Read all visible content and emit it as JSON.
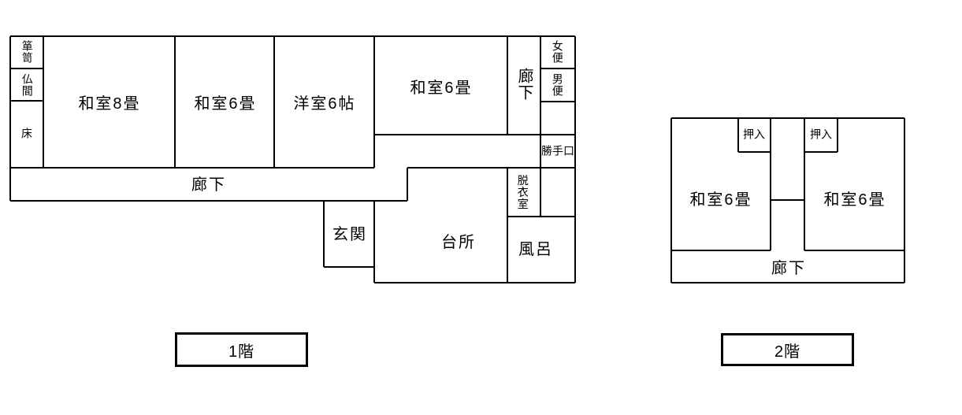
{
  "floor1": {
    "name_label": "1階",
    "rooms": {
      "tansu": "箪笥",
      "butsuma": "仏間",
      "toko": "床",
      "washitsu8": "和室8畳",
      "washitsu6_a": "和室6畳",
      "youshitsu6": "洋室6帖",
      "washitsu6_b": "和室6畳",
      "rouka_tate": "廊下",
      "onnaben": "女便",
      "otokoben": "男便",
      "katteguchi": "勝手口",
      "datsuishitsu": "脱衣室",
      "rouka": "廊下",
      "genkan": "玄関",
      "daidokoro": "台所",
      "furo": "風呂"
    }
  },
  "floor2": {
    "name_label": "2階",
    "rooms": {
      "oshiire_left": "押入",
      "oshiire_right": "押入",
      "washitsu6_left": "和室6畳",
      "washitsu6_right": "和室6畳",
      "rouka": "廊下"
    }
  },
  "colors": {
    "wall": "#000000",
    "background": "#ffffff",
    "text": "#000000"
  }
}
